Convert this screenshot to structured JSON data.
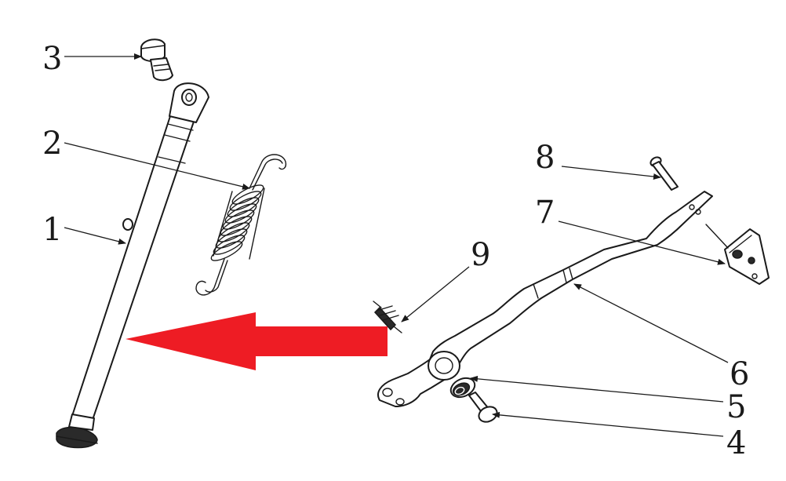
{
  "diagram": {
    "callouts": [
      {
        "id": "1",
        "label": "1"
      },
      {
        "id": "2",
        "label": "2"
      },
      {
        "id": "3",
        "label": "3"
      },
      {
        "id": "4",
        "label": "4"
      },
      {
        "id": "5",
        "label": "5"
      },
      {
        "id": "6",
        "label": "6"
      },
      {
        "id": "7",
        "label": "7"
      },
      {
        "id": "8",
        "label": "8"
      },
      {
        "id": "9",
        "label": "9"
      }
    ],
    "arrow_color": "#ee1c24",
    "line_color": "#1a1a1a",
    "background": "#ffffff"
  }
}
